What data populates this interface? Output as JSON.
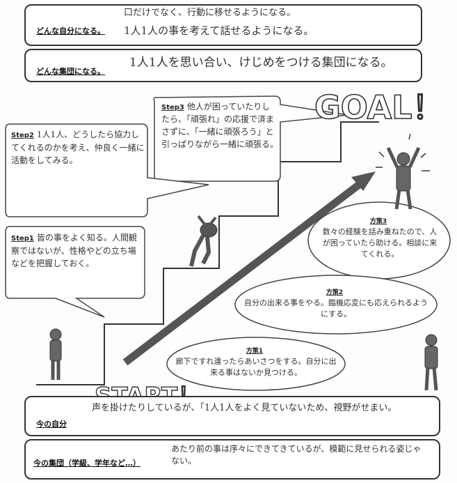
{
  "top": {
    "self_label": "どんな自分になる。",
    "self_line1": "口だけでなく、行動に移せるようになる。",
    "self_line2": "1人1人の事を考えて話せるようになる。",
    "group_label": "どんな集団になる。",
    "group_text": "1人1人を思い合い、けじめをつける集団になる。"
  },
  "goal_text": "GOAL！",
  "start_text": "START！",
  "steps": {
    "step3_label": "Step3",
    "step3_text": "他人が困っていたりしたら、「頑張れ」の応援で済まさずに、「一緒に頑張ろう」と引っぱりながら一緒に頑張る。",
    "step2_label": "Step2",
    "step2_text": "1人1人、どうしたら協力してくれるのかを考え、仲良く一緒に活動をしてみる。",
    "step1_label": "Step1",
    "step1_text": "皆の事をよく知る。人間観察ではないが、性格やどの立ち場などを把握しておく。"
  },
  "methods": {
    "m3_label": "方策3",
    "m3_text": "数々の経験を話み重ねたので、人が困っていたら助ける。相談に来てくれる。",
    "m2_label": "方策2",
    "m2_text": "自分の出来る事をやる。臨機応変にも応えられるようにする。",
    "m1_label": "方策1",
    "m1_text": "廊下ですれ違ったらあいさつをする。自分に出来る事はないか見つける。"
  },
  "bottom": {
    "current_self_label": "今の自分",
    "current_self_text": "声を掛けたりしているが、「1人1人をよく見ていないため、視野がせまい。",
    "current_group_label": "今の集団（学級、学年など…）",
    "current_group_text": "あたり前の事は序々にできてきているが、模範に見せられる姿じゃない。"
  }
}
